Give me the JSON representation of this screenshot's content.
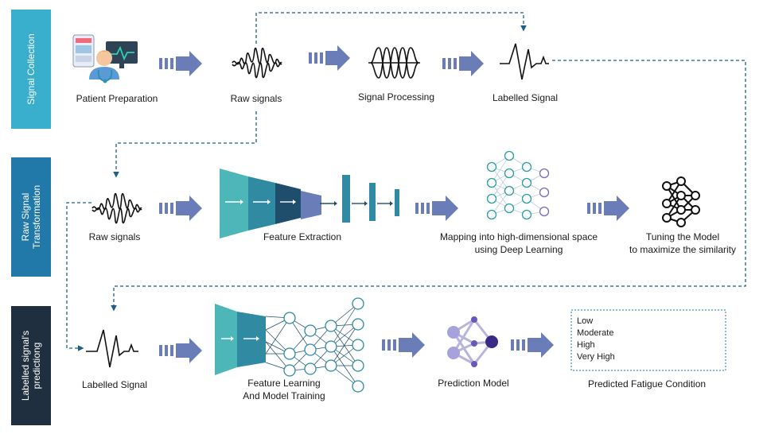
{
  "rows": [
    {
      "side_label": [
        "Signal Collection"
      ],
      "side_color": "#3aaecd",
      "steps": {
        "patient_preparation": "Patient Preparation",
        "raw_signals": "Raw signals",
        "signal_processing": "Signal Processing",
        "labelled_signal": "Labelled Signal"
      }
    },
    {
      "side_label": [
        "Raw Signal",
        "Transformation"
      ],
      "side_color": "#2079a8",
      "steps": {
        "raw_signals": "Raw signals",
        "feature_extraction": "Feature Extraction",
        "mapping": [
          "Mapping into high-dimensional space",
          "using Deep Learning"
        ],
        "tuning": [
          "Tuning the Model",
          "to maximize the similarity"
        ]
      }
    },
    {
      "side_label": [
        "Labelled  signal's",
        "predictiong"
      ],
      "side_color": "#1f2f40",
      "steps": {
        "labelled_signal": "Labelled Signal",
        "feature_learning": [
          "Feature Learning",
          "And Model Training"
        ],
        "prediction_model": "Prediction Model",
        "predicted_fatigue": "Predicted Fatigue Condition"
      }
    }
  ],
  "fatigue_levels": [
    "Low",
    "Moderate",
    "High",
    "Very High"
  ],
  "icons": [
    "patient-monitor-icon",
    "raw-signal-waveform-icon",
    "processed-signal-icon",
    "labelled-signal-icon",
    "feature-extraction-funnel-icon",
    "neural-network-icon",
    "model-tuning-network-icon",
    "prediction-model-icon"
  ],
  "colors": {
    "arrow": "#6a7db8",
    "dashed_connector": "#1f5f86",
    "teal_light": "#4cb6b8",
    "teal_dark": "#1e4e6c",
    "neuron_teal": "#2a9ca0",
    "neuron_purple": "#7b68b8"
  }
}
